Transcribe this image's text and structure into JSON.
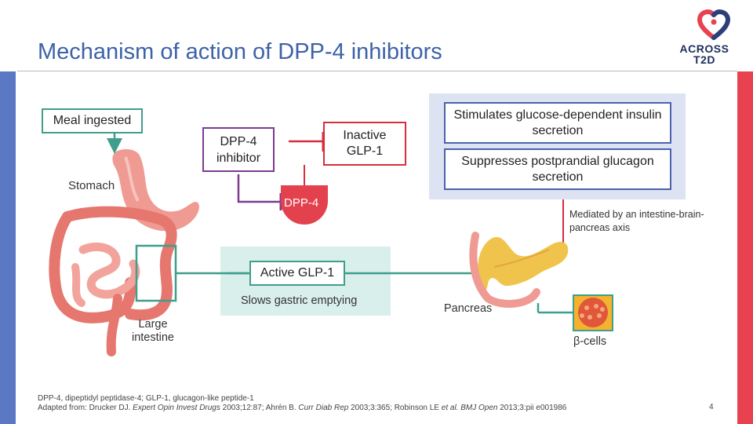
{
  "header": {
    "title": "Mechanism of action of DPP-4 inhibitors",
    "logo_line1": "ACROSS",
    "logo_line2": "T2D"
  },
  "diagram": {
    "meal_ingested": "Meal ingested",
    "stomach": "Stomach",
    "dpp4_inhibitor": "DPP-4 inhibitor",
    "inactive_glp1": "Inactive GLP-1",
    "dpp4": "DPP-4",
    "effects": [
      "Stimulates glucose-dependent insulin secretion",
      "Suppresses postprandial glucagon secretion"
    ],
    "mediated_by": "Mediated by an intestine-brain-pancreas axis",
    "active_glp1": "Active GLP-1",
    "slows_gastric": "Slows gastric emptying",
    "pancreas": "Pancreas",
    "large_intestine": "Large intestine",
    "beta_cells": "β-cells"
  },
  "footnote": {
    "line1": "DPP-4, dipeptidyl peptidase-4; GLP-1, glucagon-like peptide-1",
    "line2_a": "Adapted from: Drucker DJ. ",
    "line2_b": "Expert Opin Invest Drugs",
    "line2_c": " 2003;12:87; Ahrén B. ",
    "line2_d": "Curr Diab Rep",
    "line2_e": " 2003;3:365; Robinson LE ",
    "line2_f": "et al. BMJ Open",
    "line2_g": " 2013;3:pii e001986"
  },
  "page_number": "4",
  "colors": {
    "title": "#3d62a8",
    "teal": "#3f9e8c",
    "purple": "#7b3b8e",
    "red": "#d82e3a",
    "blue_box": "#4a63aa",
    "effects_panel": "#dde3f2",
    "glp1_panel": "#d9efeb",
    "left_band": "#5b78c4",
    "right_band": "#e84250"
  }
}
